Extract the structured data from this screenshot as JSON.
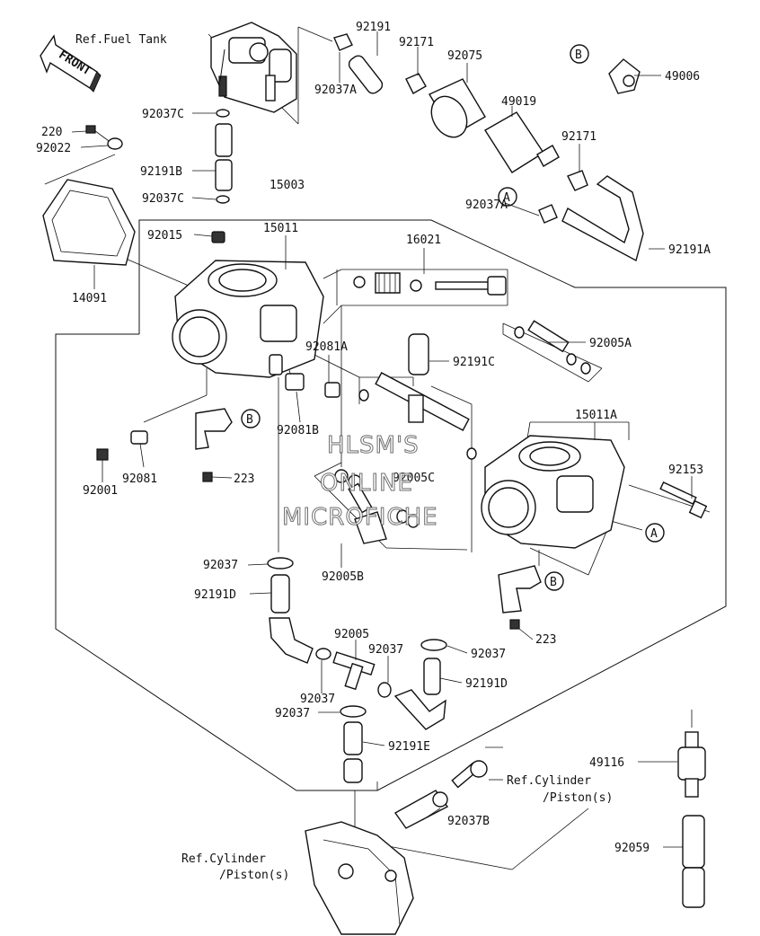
{
  "diagram": {
    "watermark": [
      "HLSM'S",
      "ONLINE",
      "MICROFICHE"
    ],
    "front_arrow_label": "FRONT",
    "callouts": {
      "A": "A",
      "B": "B"
    },
    "labels": {
      "ref_fuel_tank": "Ref.Fuel Tank",
      "p92191_top": "92191",
      "p92171_top": "92171",
      "p92075": "92075",
      "p92037A_top": "92037A",
      "p49006": "49006",
      "p49019": "49019",
      "p92171_mid": "92171",
      "p92037C_1": "92037C",
      "p220": "220",
      "p92022": "92022",
      "p92191B": "92191B",
      "p92037C_2": "92037C",
      "p15003": "15003",
      "p92037A_mid": "92037A",
      "p92191A": "92191A",
      "p92015": "92015",
      "p15011": "15011",
      "p16021": "16021",
      "p14091": "14091",
      "p92005A": "92005A",
      "p92081A": "92081A",
      "p92191C": "92191C",
      "p92081B": "92081B",
      "p15011A": "15011A",
      "p92001": "92001",
      "p92081": "92081",
      "p223_left": "223",
      "p92005C": "92005C",
      "p92153": "92153",
      "p92037_left": "92037",
      "p92005B": "92005B",
      "p92191D_left": "92191D",
      "p223_right": "223",
      "p92005": "92005",
      "p92037_mid": "92037",
      "p92037_right": "92037",
      "p92191D_right": "92191D",
      "p92037_lower": "92037",
      "p92037_lowleft": "92037",
      "p92191E": "92191E",
      "ref_cyl_right_1": "Ref.Cylinder",
      "ref_cyl_right_2": "/Piston(s)",
      "p49116": "49116",
      "p92037B": "92037B",
      "p92059": "92059",
      "ref_cyl_left_1": "Ref.Cylinder",
      "ref_cyl_left_2": "/Piston(s)"
    }
  }
}
